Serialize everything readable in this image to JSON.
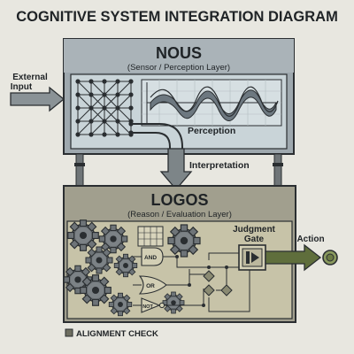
{
  "title": "COGNITIVE SYSTEM INTEGRATION DIAGRAM",
  "nous": {
    "title": "NOUS",
    "subtitle": "(Sensor / Perception Layer)"
  },
  "logos": {
    "title": "LOGOS",
    "subtitle": "(Reason / Evaluation Layer)"
  },
  "labels": {
    "external_input_line1": "External",
    "external_input_line2": "Input",
    "perception": "Perception",
    "interpretation": "Interpretation",
    "judgment_line1": "Judgment",
    "judgment_line2": "Gate",
    "action": "Action",
    "gate_and": "AND",
    "gate_or": "OR",
    "gate_not": "NOT",
    "alignment_check": "ALIGNMENT CHECK"
  },
  "colors": {
    "background": "#e8e7e0",
    "nous_panel": "#9ea8ae",
    "nous_inner": "#c9d4d8",
    "logos_panel": "#a19f8e",
    "logos_inner": "#c7c3a8",
    "ink": "#1f2326",
    "arrow_gray": "#7d8588",
    "action_green": "#5f6e3c",
    "gear": "#6e7478"
  }
}
